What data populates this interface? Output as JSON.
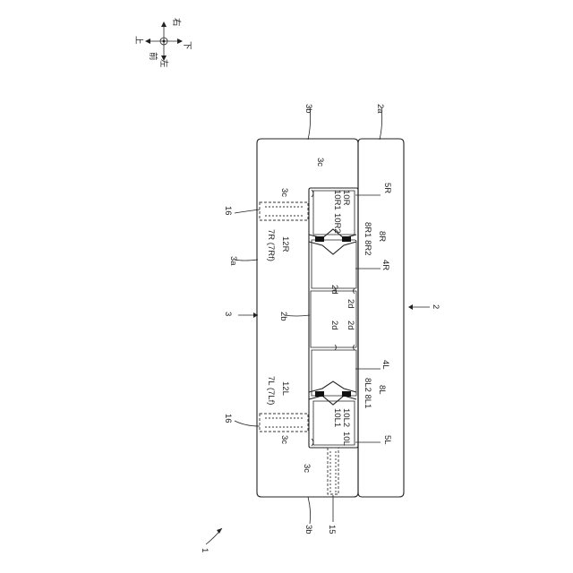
{
  "figure": {
    "orientation": {
      "front": "前",
      "left": "左",
      "up": "上",
      "right": "右",
      "down": "下"
    },
    "labels": {
      "l1": "1",
      "l2": "2",
      "l2a": "2a",
      "l2b": "2b",
      "l2d_a": "2d",
      "l2d_b": "2d",
      "l2d_c": "2d",
      "l2d_d": "2d",
      "l3": "3",
      "l3a": "3a",
      "l3b_top": "3b",
      "l3b_bottom": "3b",
      "l3c_a": "3c",
      "l3c_b": "3c",
      "l3c_c": "3c",
      "l3c_d": "3c",
      "l4R": "4R",
      "l4L": "4L",
      "l5R": "5R",
      "l5L": "5L",
      "l7R": "7R (7Rf)",
      "l7L": "7L (7Lf)",
      "l8R1_8R2": "8R1 8R2",
      "l8R": "8R",
      "l8L2_8L1": "8L2 8L1",
      "l8L": "8L",
      "l10R": "10R",
      "l10R1": "10R1",
      "l10R2": "10R2",
      "l10L": "10L",
      "l10L1": "10L1",
      "l10L2": "10L2",
      "l12R": "12R",
      "l12L": "12L",
      "l15": "15",
      "l16_top": "16",
      "l16_bottom": "16"
    }
  }
}
